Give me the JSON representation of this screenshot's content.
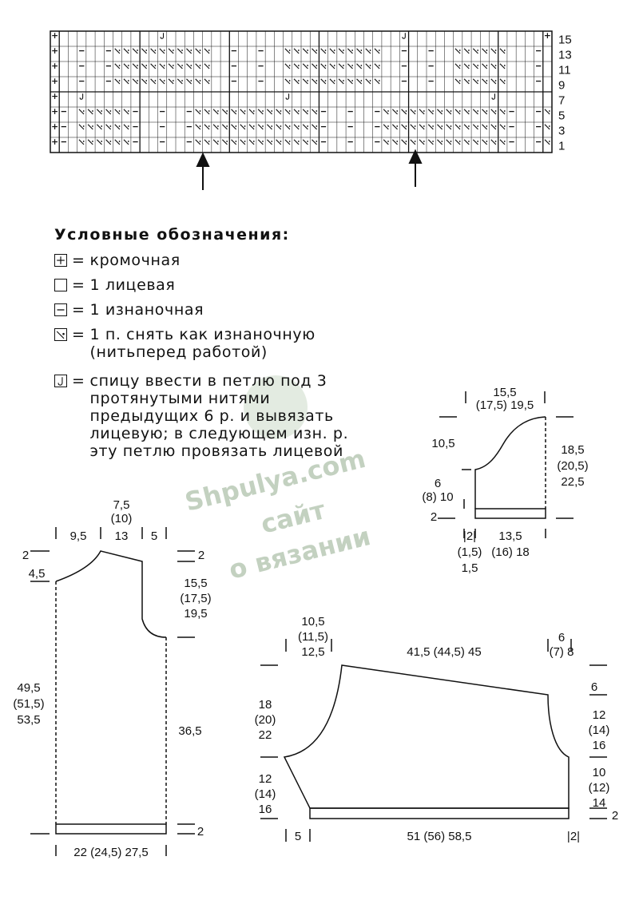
{
  "chart": {
    "row_labels": [
      "15",
      "13",
      "11",
      "9",
      "7",
      "5",
      "3",
      "1"
    ],
    "rows": [
      "+...........J..........................J...............+",
      "+..-..-SSSSSSSSSSS..-..-..SSSSSSSSSSS..-..-..SSSSSS...-.+",
      "+..-..-SSSSSSSSSSS..-..-..SSSSSSSSSSS..-..-..SSSSSS...-.+",
      "+..-..-SSSSSSSSSSS..-..-..SSSSSSSSSSS..-..-..SSSSSS...-.+",
      "+..J......................J......................J......+",
      "+-.SSSSSS-..-..-SSSSSSSSSSSSSS-..-..-SSSSSSSSSSSSSS-..-S+",
      "+-.SSSSSS-..-..-SSSSSSSSSSSSSS-..-..-SSSSSSSSSSSSSS-..-S+",
      "+-.SSSSSS-..-..-SSSSSSSSSSSSSS-..-..-SSSSSSSSSSSSSS-..-S+"
    ]
  },
  "legend": {
    "title": "Условные обозначения:",
    "items": [
      {
        "symbol": "edge-stitch-icon",
        "eq": "=",
        "text": "кромочная"
      },
      {
        "symbol": "knit-stitch-icon",
        "eq": "=",
        "text": "1 лицевая"
      },
      {
        "symbol": "purl-stitch-icon",
        "eq": "=",
        "text": "1 изнаночная"
      },
      {
        "symbol": "slip-stitch-icon",
        "eq": "=",
        "text": "1 п. снять как изнаночную\n(нитьперед работой)"
      },
      {
        "symbol": "loop-stitch-icon",
        "eq": "=",
        "text": "спицу ввести в петлю под 3\nпротянутыми нитями\nпредыдущих 6 р. и вывязать\nлицевую; в следующем изн. р.\nэту петлю провязать лицевой"
      }
    ]
  },
  "watermark": {
    "line1": "Shpulya.com",
    "line2": "сайт",
    "line3": "о вязании"
  },
  "sleeve_small": {
    "top": "15,5",
    "top2": "(17,5) 19,5",
    "cap_left": "10,5",
    "left_a": "6",
    "left_b": "(8) 10",
    "left_band": "2",
    "right_a": "18,5",
    "right_b": "(20,5)",
    "right_c": "22,5",
    "bottom_a": "|2|",
    "bottom_b": "(1,5)",
    "bottom_c": "1,5",
    "bottom_main": "13,5",
    "bottom_main2": "(16) 18"
  },
  "front": {
    "top_a": "7,5",
    "top_b": "(10)",
    "top_c": "13",
    "top_left": "9,5",
    "top_right": "5",
    "left_top": "2",
    "left_neck": "4,5",
    "right_top": "2",
    "right_a": "15,5",
    "right_b": "(17,5)",
    "right_c": "19,5",
    "left_len_a": "49,5",
    "left_len_b": "(51,5)",
    "left_len_c": "53,5",
    "right_len": "36,5",
    "right_band": "2",
    "bottom": "22 (24,5) 27,5"
  },
  "sleeve_large": {
    "top_left_a": "10,5",
    "top_left_b": "(11,5)",
    "top_left_c": "12,5",
    "top_main": "41,5 (44,5) 45",
    "top_right_a": "6",
    "top_right_b": "(7) 8",
    "left_a": "18",
    "left_b": "(20)",
    "left_c": "22",
    "left_d": "12",
    "left_e": "(14)",
    "left_f": "16",
    "right_a": "6",
    "right_b": "12",
    "right_c": "(14)",
    "right_d": "16",
    "right_e": "10",
    "right_f": "(12)",
    "right_g": "14",
    "right_band": "2",
    "bottom_left": "5",
    "bottom_main": "51 (56) 58,5",
    "bottom_right": "|2|"
  }
}
